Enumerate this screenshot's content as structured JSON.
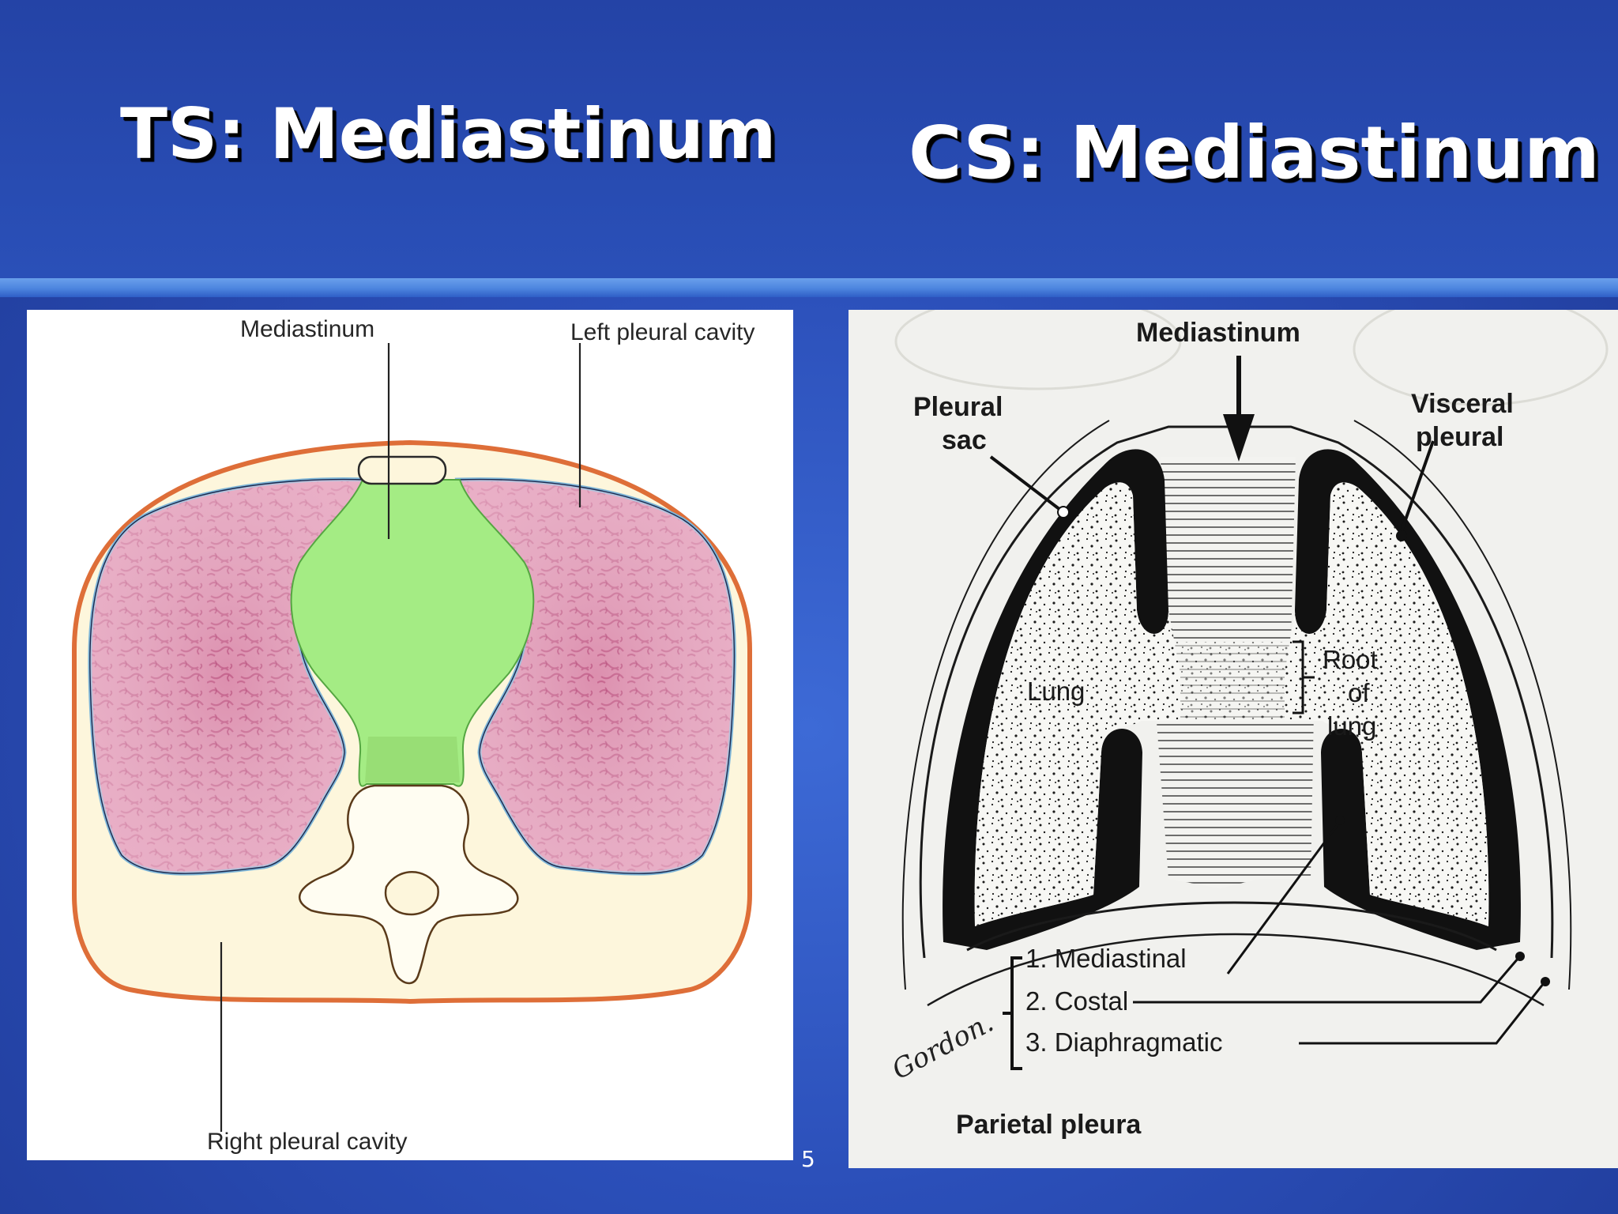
{
  "slide": {
    "title_left": "TS: Mediastinum",
    "title_right": "CS: Mediastinum",
    "page_number": "5"
  },
  "ts_figure": {
    "label_mediastinum": "Mediastinum",
    "label_left_pleural": "Left pleural cavity",
    "label_right_pleural": "Right pleural cavity",
    "colors": {
      "lung": "#d98aa8",
      "mediastinum": "#a4ec84",
      "body_wall": "#fdf6dc",
      "skin": "#e0703a"
    }
  },
  "cs_figure": {
    "label_mediastinum": "Mediastinum",
    "label_pleural_sac_1": "Pleural",
    "label_pleural_sac_2": "sac",
    "label_visceral_1": "Visceral",
    "label_visceral_2": "pleural",
    "label_lung": "Lung",
    "label_root_1": "Root",
    "label_root_2": "of",
    "label_root_3": "lung",
    "list_1": "1. Mediastinal",
    "list_2": "2. Costal",
    "list_3": "3. Diaphragmatic",
    "label_parietal": "Parietal pleura",
    "signature": "Gordon."
  }
}
